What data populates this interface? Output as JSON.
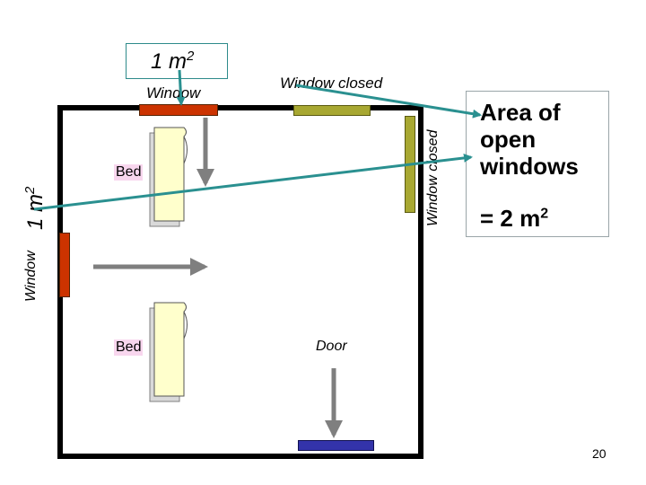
{
  "labels": {
    "area_top": "1 m",
    "area_top_sup": "2",
    "window_top": "Window",
    "window_closed_top": "Window closed",
    "window_left": "Window",
    "area_left": "1 m",
    "area_left_sup": "2",
    "window_closed_right": "Window closed",
    "bed1": "Bed",
    "bed2": "Bed",
    "door": "Door",
    "area_title": "Area of open windows",
    "area_value": "= 2 m",
    "area_value_sup": "2",
    "page_number": "20"
  },
  "colors": {
    "window_open": "#cc3300",
    "window_closed": "#a8a832",
    "door": "#3333aa",
    "arrow_teal": "#2a9090",
    "arrow_gray": "#7f7f7f",
    "bed_fill": "#ffffcc"
  }
}
